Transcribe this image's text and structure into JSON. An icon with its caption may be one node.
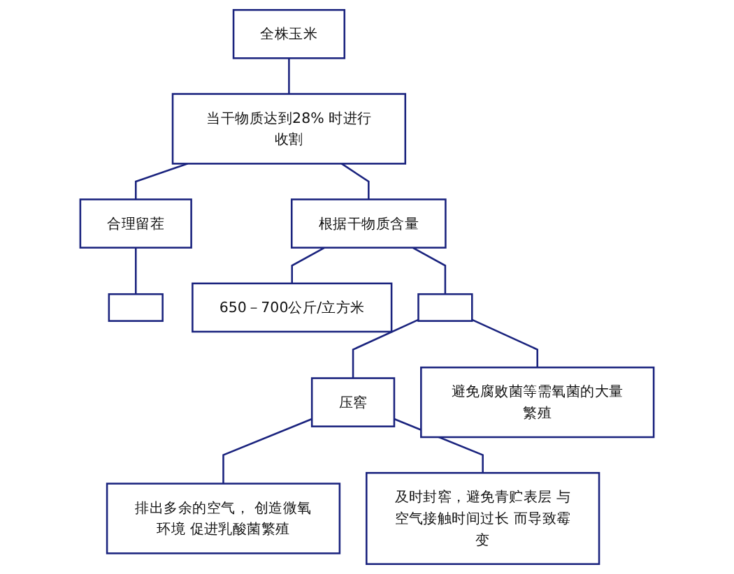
{
  "diagram": {
    "nodes": [
      {
        "text": [
          "全株玉米"
        ]
      },
      {
        "text": [
          "当干物质达到28% 时进行收割"
        ]
      },
      {
        "text": [
          "合理留茬"
        ]
      },
      {
        "text": [
          "根据干物质含量"
        ]
      },
      {
        "text": [],
        "shape": "box"
      },
      {
        "text": [
          "650－700公斤/立方米"
        ]
      },
      {
        "text": [],
        "shape": "box"
      },
      {
        "text": [
          "压窖"
        ]
      },
      {
        "text": [
          "避免腐败菌等需氧菌的大量繁殖"
        ]
      },
      {
        "text": [
          "排出多余的空气， 创造微氧环境 促进乳酸菌繁殖"
        ]
      },
      {
        "text": [
          "及时封窖，避免青贮表层 与空气接触时间过长 而导致霉变"
        ]
      }
    ],
    "edges": [
      {
        "from": 0,
        "to": 1,
        "arrow": "none"
      },
      {
        "from": 1,
        "to": 2,
        "arrow": "none"
      },
      {
        "from": 1,
        "to": 3,
        "arrow": "none"
      },
      {
        "from": 2,
        "to": 4,
        "arrow": "none"
      },
      {
        "from": 3,
        "to": 5,
        "arrow": "none"
      },
      {
        "from": 3,
        "to": 6,
        "arrow": "none"
      },
      {
        "from": 6,
        "to": 7,
        "arrow": "none"
      },
      {
        "from": 6,
        "to": 8,
        "arrow": "none"
      },
      {
        "from": 7,
        "to": 9,
        "arrow": "none"
      },
      {
        "from": 7,
        "to": 10,
        "arrow": "none"
      }
    ]
  }
}
